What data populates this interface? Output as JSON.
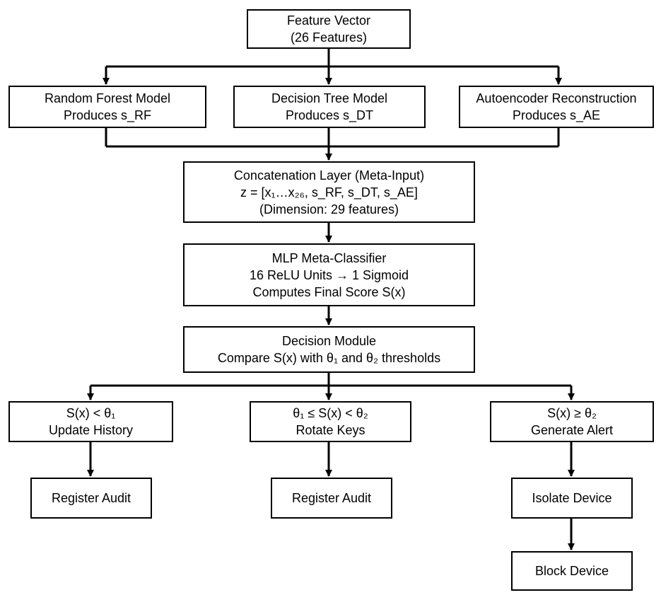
{
  "diagram": {
    "feature_vector": {
      "line1": "Feature Vector",
      "line2": "(26 Features)"
    },
    "random_forest": {
      "line1": "Random Forest Model",
      "line2": "Produces s_RF"
    },
    "decision_tree": {
      "line1": "Decision Tree Model",
      "line2": "Produces s_DT"
    },
    "autoencoder": {
      "line1": "Autoencoder Reconstruction",
      "line2": "Produces s_AE"
    },
    "concatenation": {
      "line1": "Concatenation Layer (Meta-Input)",
      "line2": "z = [x₁…x₂₆, s_RF, s_DT, s_AE]",
      "line3": "(Dimension: 29 features)"
    },
    "mlp": {
      "line1": "MLP Meta-Classifier",
      "line2": "16 ReLU Units → 1 Sigmoid",
      "line3": "Computes Final Score S(x)"
    },
    "decision_module": {
      "line1": "Decision Module",
      "line2": "Compare S(x) with θ₁ and θ₂ thresholds"
    },
    "low_branch": {
      "line1": "S(x) < θ₁",
      "line2": "Update History"
    },
    "mid_branch": {
      "line1": "θ₁ ≤ S(x) < θ₂",
      "line2": "Rotate Keys"
    },
    "high_branch": {
      "line1": "S(x) ≥ θ₂",
      "line2": "Generate Alert"
    },
    "register_audit_1": "Register Audit",
    "register_audit_2": "Register Audit",
    "isolate_device": "Isolate Device",
    "block_device": "Block Device"
  }
}
